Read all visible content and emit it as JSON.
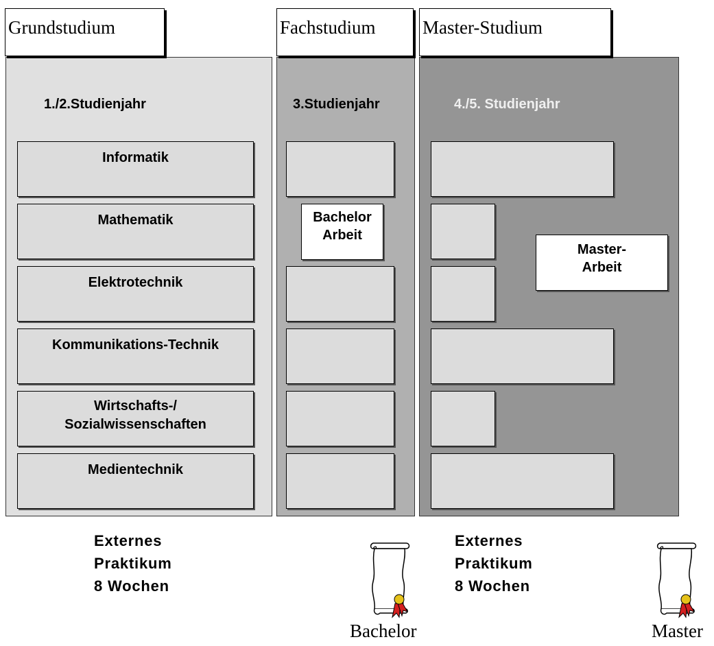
{
  "phases": {
    "grundstudium": "Grundstudium",
    "fachstudium": "Fachstudium",
    "master_studium": "Master-Studium"
  },
  "years": {
    "grund": "1./2.Studienjahr",
    "fach": "3.Studienjahr",
    "master": "4./5. Studienjahr"
  },
  "subjects": [
    "Informatik",
    "Mathematik",
    "Elektrotechnik",
    "Kommunikations-Technik",
    "Wirtschafts-/\nSozialwissenschaften",
    "Medientechnik"
  ],
  "theses": {
    "bachelor": "Bachelor\nArbeit",
    "master": "Master-\nArbeit"
  },
  "internships": {
    "first": "Externes\nPraktikum\n8 Wochen",
    "second": "Externes\nPraktikum\n8 Wochen"
  },
  "degrees": {
    "bachelor": "Bachelor",
    "master": "Master"
  },
  "colors": {
    "grund_column": "#e0e0e0",
    "fach_column": "#b0b0b0",
    "master_column": "#959595",
    "module_box": "#dcdcdc",
    "thesis_box": "#ffffff",
    "seal_red": "#d42020",
    "seal_gold": "#e6c21a"
  },
  "icons": {
    "bachelor_certificate": "diploma-scroll-icon",
    "master_certificate": "diploma-scroll-icon"
  }
}
